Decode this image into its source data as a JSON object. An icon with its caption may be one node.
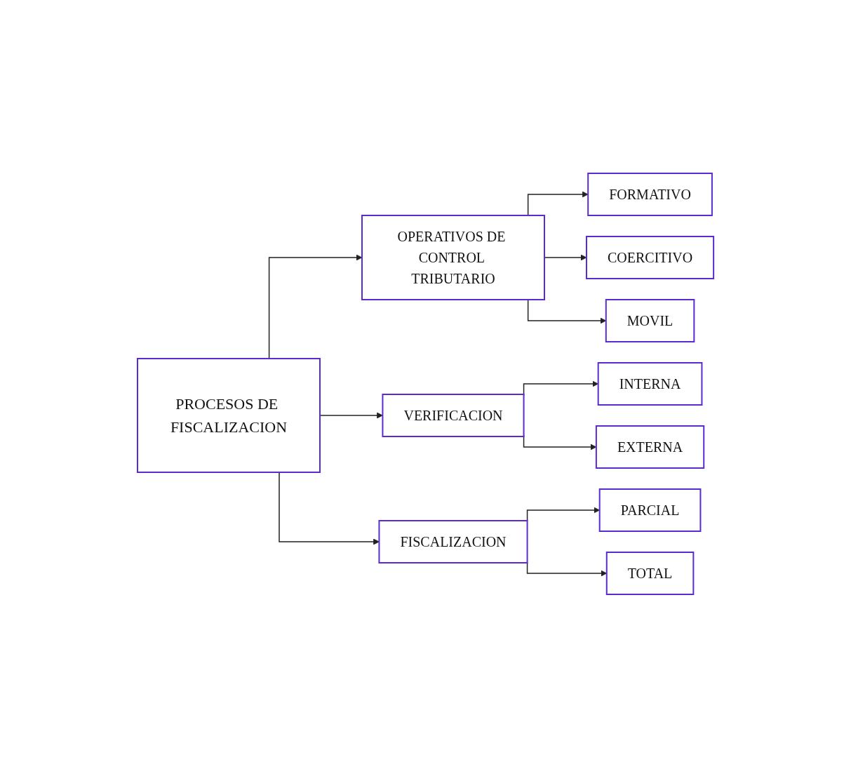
{
  "diagram": {
    "nodes": [
      {
        "text": [
          "PROCESOS DE FISCALIZACION"
        ]
      },
      {
        "text": [
          "OPERATIVOS DE CONTROL TRIBUTARIO"
        ]
      },
      {
        "text": [
          "FORMATIVO"
        ]
      },
      {
        "text": [
          "COERCITIVO"
        ]
      },
      {
        "text": [
          "MOVIL"
        ]
      },
      {
        "text": [
          "VERIFICACION"
        ]
      },
      {
        "text": [
          "INTERNA"
        ]
      },
      {
        "text": [
          "EXTERNA"
        ]
      },
      {
        "text": [
          "FISCALIZACION"
        ]
      },
      {
        "text": [
          "PARCIAL"
        ]
      },
      {
        "text": [
          "TOTAL"
        ]
      }
    ],
    "edges": [
      {
        "from": 0,
        "to": 1,
        "arrow": "to"
      },
      {
        "from": 0,
        "to": 5,
        "arrow": "to"
      },
      {
        "from": 0,
        "to": 8,
        "arrow": "to"
      },
      {
        "from": 1,
        "to": 2,
        "arrow": "to"
      },
      {
        "from": 1,
        "to": 3,
        "arrow": "to"
      },
      {
        "from": 1,
        "to": 4,
        "arrow": "to"
      },
      {
        "from": 5,
        "to": 6,
        "arrow": "to"
      },
      {
        "from": 5,
        "to": 7,
        "arrow": "to"
      },
      {
        "from": 8,
        "to": 9,
        "arrow": "to"
      },
      {
        "from": 8,
        "to": 10,
        "arrow": "to"
      }
    ]
  }
}
